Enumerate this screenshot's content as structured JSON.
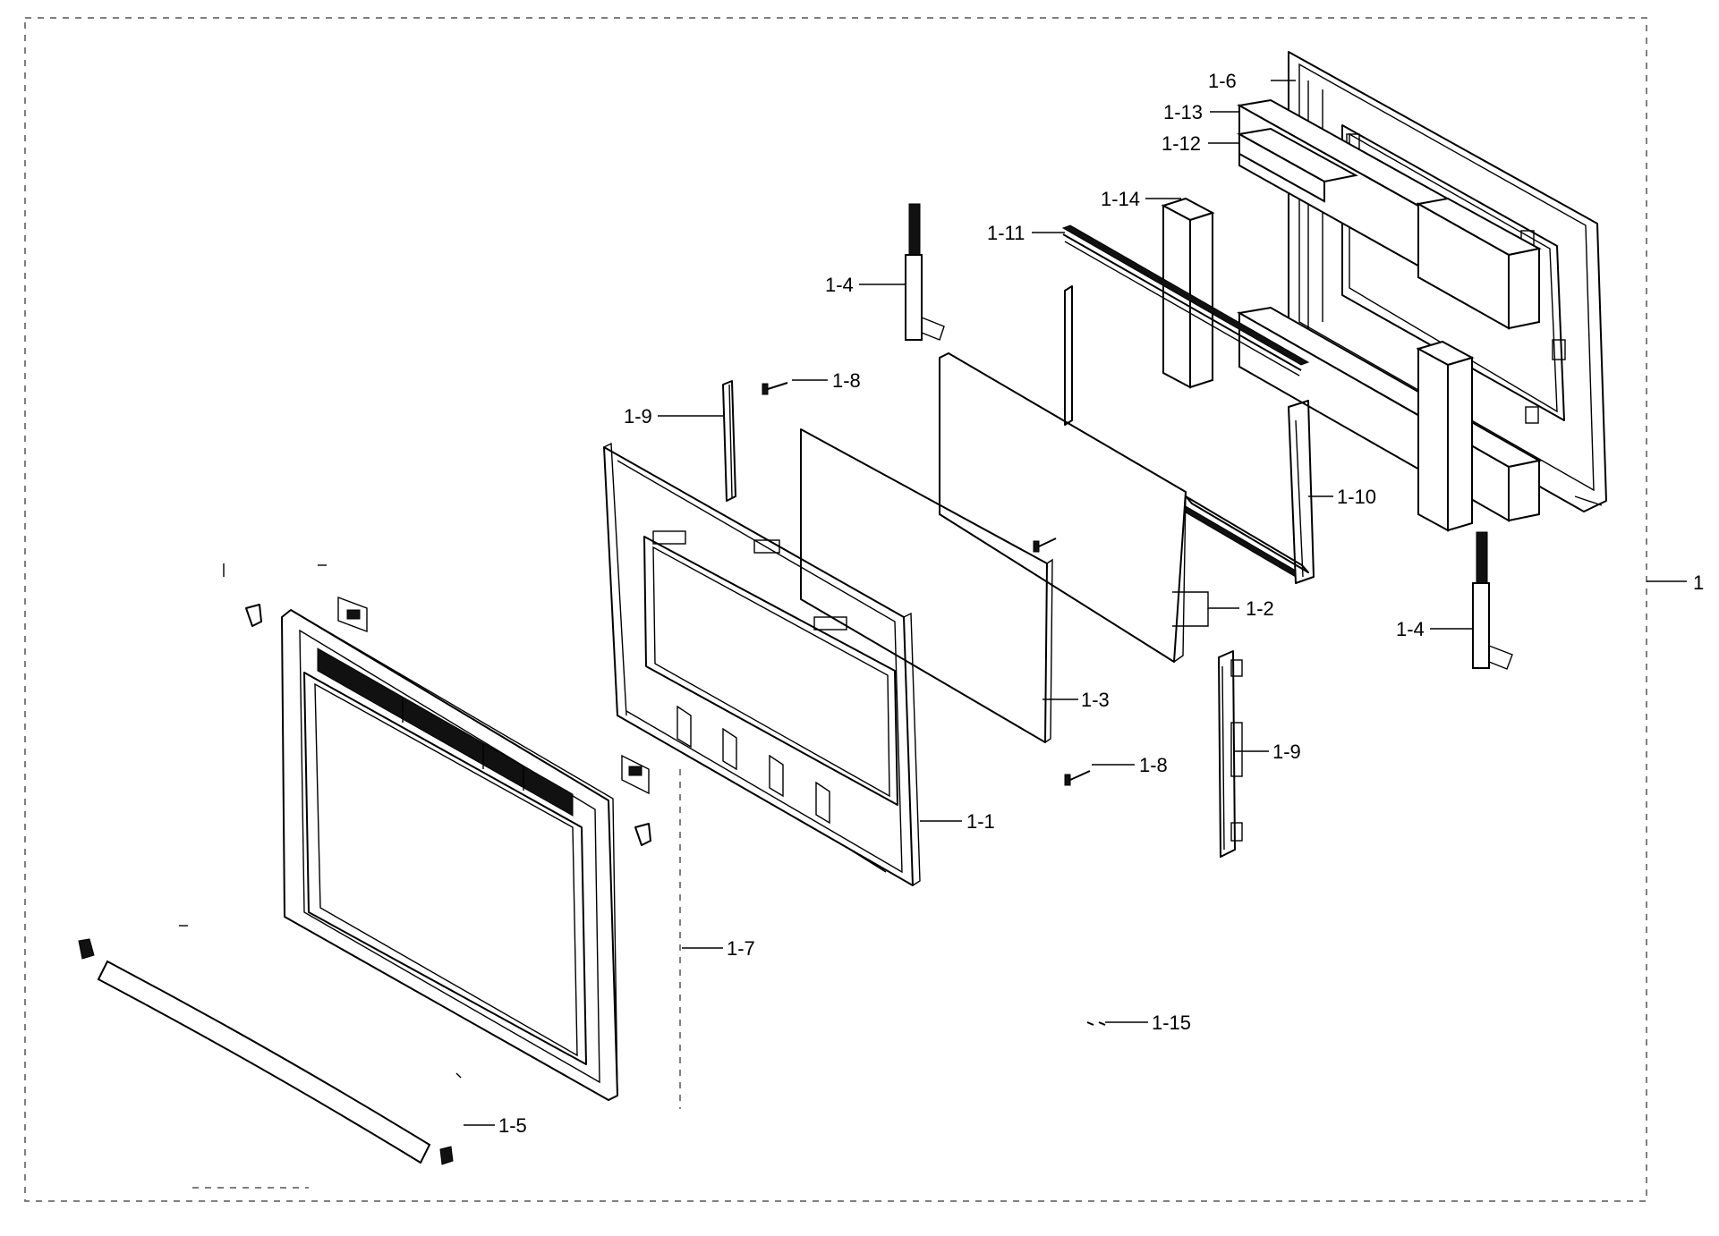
{
  "diagram": {
    "assembly_label": "1",
    "callouts": [
      {
        "id": "c-1-6",
        "text": "1-6"
      },
      {
        "id": "c-1-13",
        "text": "1-13"
      },
      {
        "id": "c-1-12",
        "text": "1-12"
      },
      {
        "id": "c-1-14",
        "text": "1-14"
      },
      {
        "id": "c-1-11",
        "text": "1-11"
      },
      {
        "id": "c-1-4a",
        "text": "1-4"
      },
      {
        "id": "c-1-8a",
        "text": "1-8"
      },
      {
        "id": "c-1-9a",
        "text": "1-9"
      },
      {
        "id": "c-1-10",
        "text": "1-10"
      },
      {
        "id": "c-1-2",
        "text": "1-2"
      },
      {
        "id": "c-1-4b",
        "text": "1-4"
      },
      {
        "id": "c-1-3",
        "text": "1-3"
      },
      {
        "id": "c-1-8b",
        "text": "1-8"
      },
      {
        "id": "c-1-9b",
        "text": "1-9"
      },
      {
        "id": "c-1-1",
        "text": "1-1"
      },
      {
        "id": "c-1-7",
        "text": "1-7"
      },
      {
        "id": "c-1-15",
        "text": "1-15"
      },
      {
        "id": "c-1-5",
        "text": "1-5"
      }
    ]
  }
}
